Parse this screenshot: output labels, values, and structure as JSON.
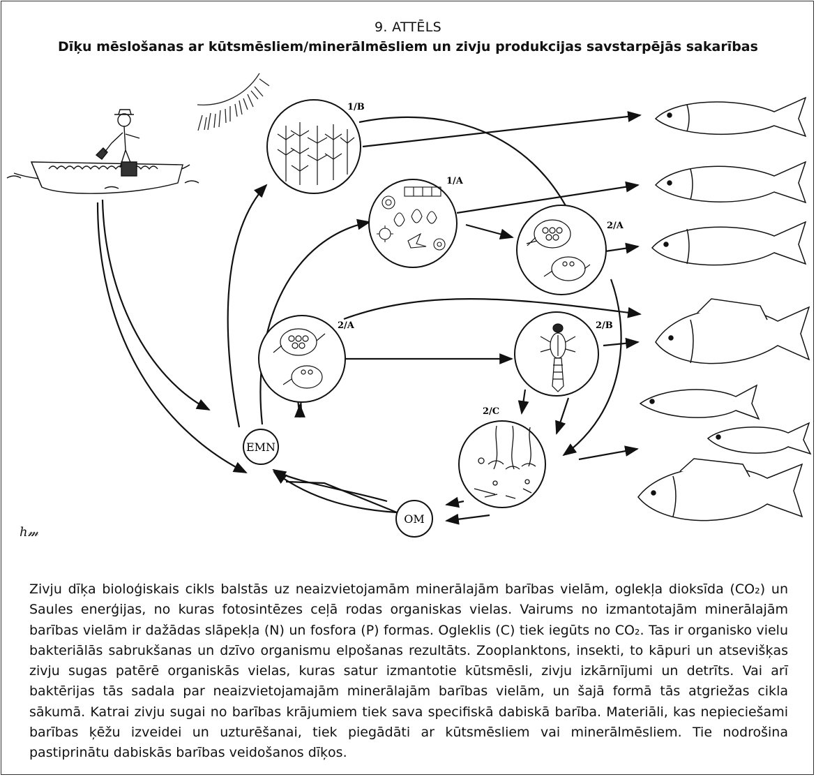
{
  "figure": {
    "number": "9. ATTĒLS",
    "title": "Dīķu mēslošanas ar kūtsmēsliem/minerālmēsliem un zivju produkcijas savstarpējās sakarības"
  },
  "nodes": {
    "macrophytes": "1/B",
    "phytoplankton": "1/A",
    "zooplankton_top": "2/A",
    "zooplankton_left": "2/A",
    "insects": "2/B",
    "benthos": "2/C",
    "emn": "EMN",
    "om": "OM"
  },
  "signature": "ℎ𝓂",
  "body_text": "Zivju dīķa bioloģiskais cikls balstās uz neaizvietojamām minerālajām barības vielām, oglekļa dioksīda (CO₂) un Saules enerģijas, no kuras fotosintēzes ceļā rodas organiskas vielas. Vairums no izmantotajām minerālajām barības vielām ir dažādas slāpekļa (N) un fosfora (P) formas. Ogleklis (C) tiek iegūts no CO₂. Tas ir organisko vielu bakteriālās sabrukšanas un dzīvo organismu elpošanas rezultāts. Zooplanktons, insekti, to kāpuri un atsevišķas zivju sugas patērē organiskās vielas, kuras satur izmantotie kūtsmēsli, zivju izkārnījumi un detrīts. Vai arī baktērijas tās sadala par neaizvietojamajām minerālajām barības vielām, un šajā formā tās atgriežas cikla sākumā. Katrai zivju sugai no barības krājumiem tiek sava specifiskā dabiskā barība. Materiāli, kas nepieciešami barības ķēžu izveidei un uzturēšanai, tiek piegādāti ar kūtsmēsliem vai minerālmēsliem. Tie nodrošina pastiprinātu dabiskās barības veidošanos dīķos."
}
